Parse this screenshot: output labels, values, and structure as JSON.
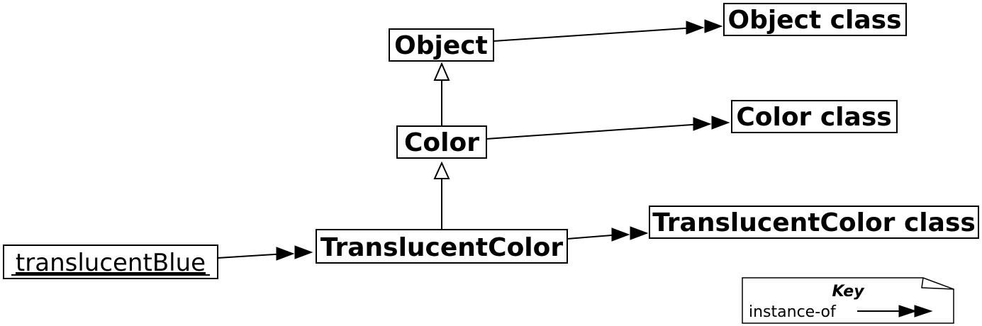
{
  "nodes": {
    "object": "Object",
    "object_class": "Object class",
    "color": "Color",
    "color_class": "Color class",
    "translucent_color": "TranslucentColor",
    "translucent_color_class": "TranslucentColor class",
    "translucent_blue": "translucentBlue"
  },
  "key": {
    "title": "Key",
    "instance_of_label": "instance-of"
  },
  "edges": [
    {
      "from": "translucentBlue",
      "to": "TranslucentColor",
      "kind": "instance-of"
    },
    {
      "from": "TranslucentColor",
      "to": "TranslucentColor class",
      "kind": "instance-of"
    },
    {
      "from": "Color",
      "to": "Color class",
      "kind": "instance-of"
    },
    {
      "from": "Object",
      "to": "Object class",
      "kind": "instance-of"
    },
    {
      "from": "TranslucentColor",
      "to": "Color",
      "kind": "inherits"
    },
    {
      "from": "Color",
      "to": "Object",
      "kind": "inherits"
    }
  ]
}
